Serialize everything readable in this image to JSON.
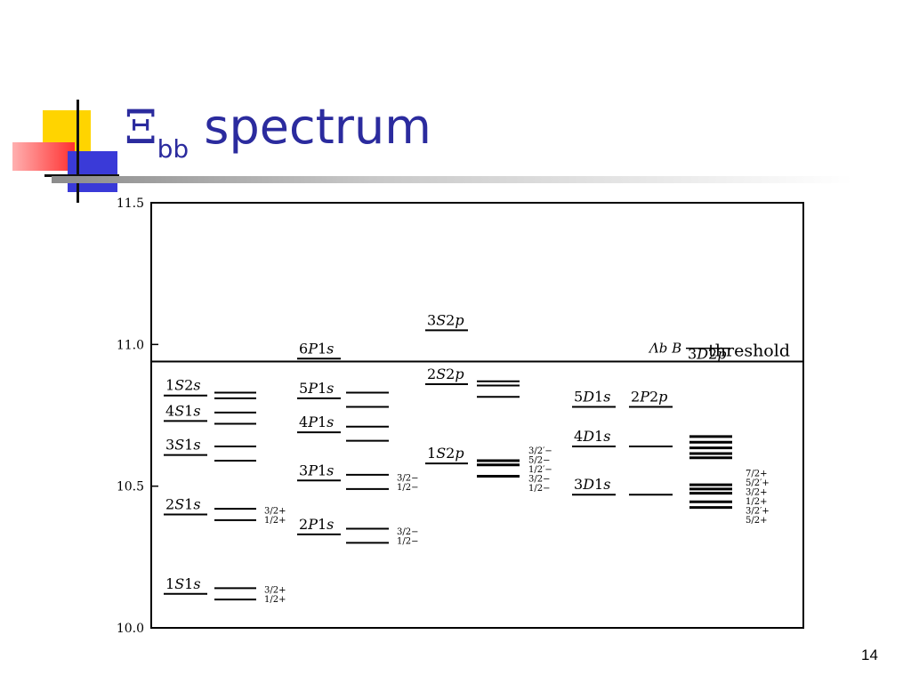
{
  "slide": {
    "title_symbol": "Ξ",
    "title_subscript": "bb",
    "title_rest": " spectrum",
    "page_number": "14"
  },
  "diagram": {
    "y_axis": {
      "min": 10.0,
      "max": 11.5,
      "ticks": [
        "10.0",
        "10.5",
        "11.0",
        "11.5"
      ]
    },
    "threshold": {
      "value": 10.94,
      "label_particles": "Λ_b B",
      "label": "threshold"
    },
    "columns": [
      {
        "id": "S1s",
        "states": [
          {
            "label": "1S2s",
            "value": 10.82
          },
          {
            "label": "4S1s",
            "value": 10.73
          },
          {
            "label": "3S1s",
            "value": 10.61
          },
          {
            "label": "2S1s",
            "value": 10.4
          },
          {
            "label": "1S1s",
            "value": 10.12
          }
        ],
        "splits": [
          {
            "values": [
              10.83,
              10.81
            ]
          },
          {
            "values": [
              10.76,
              10.72
            ]
          },
          {
            "values": [
              10.64,
              10.59
            ]
          },
          {
            "values": [
              10.42,
              10.38
            ],
            "jp": [
              "3/2+",
              "1/2+"
            ]
          },
          {
            "values": [
              10.14,
              10.1
            ],
            "jp": [
              "3/2+",
              "1/2+"
            ]
          }
        ]
      },
      {
        "id": "P1s",
        "states": [
          {
            "label": "6P1s",
            "value": 10.95
          },
          {
            "label": "5P1s",
            "value": 10.81
          },
          {
            "label": "4P1s",
            "value": 10.69
          },
          {
            "label": "3P1s",
            "value": 10.52
          },
          {
            "label": "2P1s",
            "value": 10.33
          }
        ],
        "splits": [
          {
            "values": [
              10.83,
              10.78
            ]
          },
          {
            "values": [
              10.71,
              10.66
            ]
          },
          {
            "values": [
              10.54,
              10.49
            ],
            "jp": [
              "3/2−",
              "1/2−"
            ]
          },
          {
            "values": [
              10.35,
              10.3
            ],
            "jp": [
              "3/2−",
              "1/2−"
            ]
          }
        ]
      },
      {
        "id": "S2p",
        "states": [
          {
            "label": "3S2p",
            "value": 11.05
          },
          {
            "label": "2S2p",
            "value": 10.86
          },
          {
            "label": "1S2p",
            "value": 10.58
          }
        ],
        "splits": [
          {
            "values": [
              10.87,
              10.855,
              10.815
            ]
          },
          {
            "values": [
              10.59,
              10.575,
              10.535
            ],
            "jp": [
              "3/2′−",
              "5/2−",
              "1/2′−",
              "3/2−",
              "1/2−"
            ],
            "thick": true
          }
        ]
      },
      {
        "id": "D1s",
        "states": [
          {
            "label": "5D1s",
            "value": 10.78
          },
          {
            "label": "4D1s",
            "value": 10.64
          },
          {
            "label": "3D1s",
            "value": 10.47
          }
        ],
        "splits": []
      },
      {
        "id": "P2p",
        "states": [
          {
            "label": "2P2p",
            "value": 10.78
          }
        ],
        "splits": [
          {
            "values": [
              10.64
            ]
          },
          {
            "values": [
              10.47
            ]
          }
        ]
      },
      {
        "id": "D2p",
        "states": [
          {
            "label": "3D2p",
            "value": 10.93
          }
        ],
        "splits": [
          {
            "values": [
              10.675,
              10.655,
              10.635,
              10.615,
              10.6
            ],
            "thick": true
          },
          {
            "values": [
              10.505,
              10.49,
              10.475,
              10.445,
              10.425
            ],
            "jp": [
              "7/2+",
              "5/2′+",
              "3/2+",
              "1/2+",
              "3/2′+",
              "5/2+"
            ],
            "thick": true
          }
        ]
      }
    ]
  }
}
